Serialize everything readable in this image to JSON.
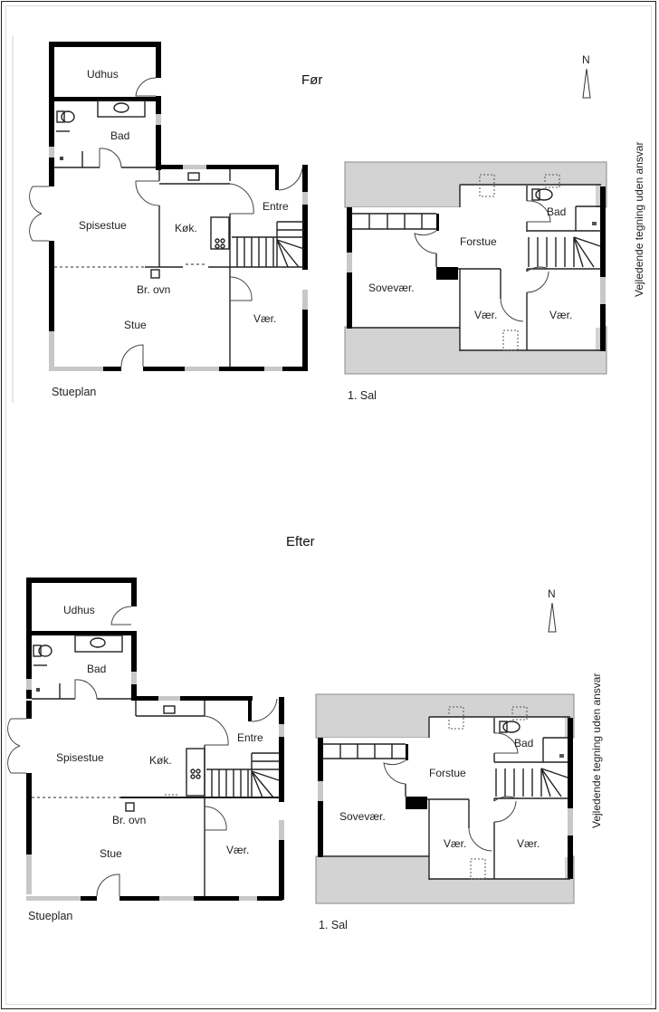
{
  "page": {
    "title_before": "Før",
    "title_after": "Efter",
    "disclaimer": "Vejledende tegning uden ansvar",
    "north_label": "N"
  },
  "before": {
    "ground_floor": {
      "caption": "Stueplan",
      "rooms": {
        "udhus": "Udhus",
        "bad": "Bad",
        "spisestue": "Spisestue",
        "kok": "Køk.",
        "entre": "Entre",
        "br_ovn": "Br. ovn",
        "stue": "Stue",
        "vaer": "Vær."
      }
    },
    "first_floor": {
      "caption": "1. Sal",
      "rooms": {
        "forstue": "Forstue",
        "bad": "Bad",
        "sovevaer": "Sovevær.",
        "vaer_1": "Vær.",
        "vaer_2": "Vær."
      }
    }
  },
  "after": {
    "ground_floor": {
      "caption": "Stueplan",
      "rooms": {
        "udhus": "Udhus",
        "bad": "Bad",
        "spisestue": "Spisestue",
        "kok": "Køk.",
        "entre": "Entre",
        "br_ovn": "Br. ovn",
        "stue": "Stue",
        "vaer": "Vær."
      }
    },
    "first_floor": {
      "caption": "1. Sal",
      "rooms": {
        "forstue": "Forstue",
        "bad": "Bad",
        "sovevaer": "Sovevær.",
        "vaer_1": "Vær.",
        "vaer_2": "Vær."
      }
    }
  }
}
